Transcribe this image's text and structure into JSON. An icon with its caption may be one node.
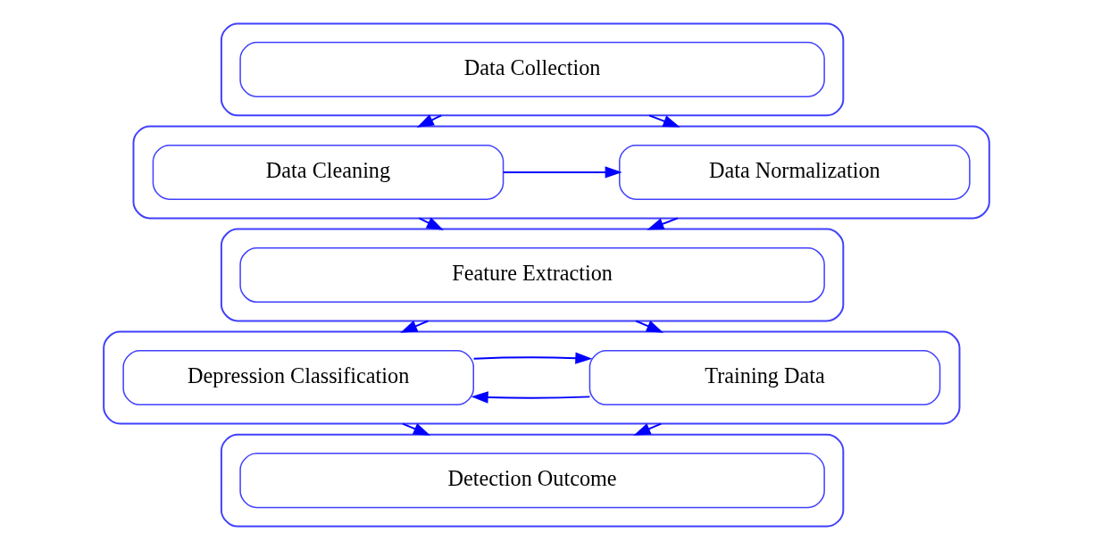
{
  "diagram": {
    "nodes": [
      {
        "text": [],
        "shape": "box"
      },
      {
        "text": [
          "Data Collection"
        ],
        "in": 0
      },
      {
        "text": [],
        "shape": "box"
      },
      {
        "text": [
          "Data Cleaning"
        ],
        "in": 2
      },
      {
        "text": [
          "Data Normalization"
        ],
        "in": 2
      },
      {
        "text": [],
        "shape": "box"
      },
      {
        "text": [
          "Feature Extraction"
        ],
        "in": 5
      },
      {
        "text": [],
        "shape": "box"
      },
      {
        "text": [
          "Training Data"
        ],
        "in": 7
      },
      {
        "text": [
          "Depression Classification"
        ],
        "in": 7
      },
      {
        "text": [],
        "shape": "box"
      },
      {
        "text": [
          "Detection Outcome"
        ],
        "in": 10
      }
    ],
    "edges": [
      {
        "from": 0,
        "to": 2,
        "arrow": "to"
      },
      {
        "from": 0,
        "to": 2,
        "arrow": "to"
      },
      {
        "from": 3,
        "to": 4,
        "arrow": "to"
      },
      {
        "from": 2,
        "to": 5,
        "arrow": "to"
      },
      {
        "from": 2,
        "to": 5,
        "arrow": "to"
      },
      {
        "from": 5,
        "to": 7,
        "arrow": "to"
      },
      {
        "from": 5,
        "to": 7,
        "arrow": "to"
      },
      {
        "from": 8,
        "to": 9,
        "arrow": "to"
      },
      {
        "from": 9,
        "to": 8,
        "arrow": "to"
      },
      {
        "from": 7,
        "to": 10,
        "arrow": "to"
      },
      {
        "from": 7,
        "to": 10,
        "arrow": "to"
      }
    ]
  }
}
